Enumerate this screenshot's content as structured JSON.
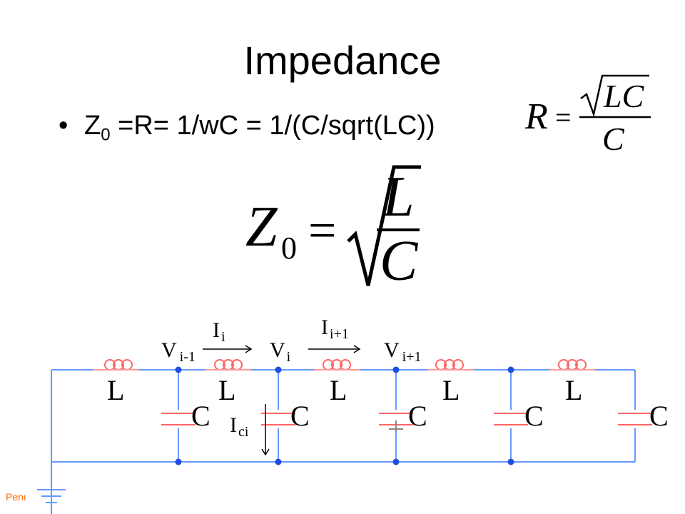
{
  "slide": {
    "title": "Impedance",
    "bullet": {
      "symbol": "•",
      "z_letter": "Z",
      "z_sub": "0",
      "rest": " =R= 1/wC = 1/(C/sqrt(LC))"
    },
    "small_equation": {
      "lhs": "R",
      "eq": "=",
      "numerator": "LC",
      "denominator": "C"
    },
    "big_equation": {
      "lhs": "Z",
      "lhs_sub": "0",
      "eq": "=",
      "numerator": "L",
      "denominator": "C"
    },
    "circuit": {
      "inductor_label": "L",
      "capacitor_label": "C",
      "voltages": [
        {
          "main": "V",
          "sub": "i-1"
        },
        {
          "main": "V",
          "sub": "i"
        },
        {
          "main": "V",
          "sub": "i+1"
        }
      ],
      "currents": [
        {
          "main": "I",
          "sub": "i"
        },
        {
          "main": "I",
          "sub": "i+1"
        },
        {
          "main": "I",
          "sub": "ci"
        }
      ]
    },
    "footer": "Penı",
    "colors": {
      "wire": "#6699ff",
      "component": "#ff6666",
      "node": "#1f4fe0",
      "footer": "#ff6600"
    }
  }
}
